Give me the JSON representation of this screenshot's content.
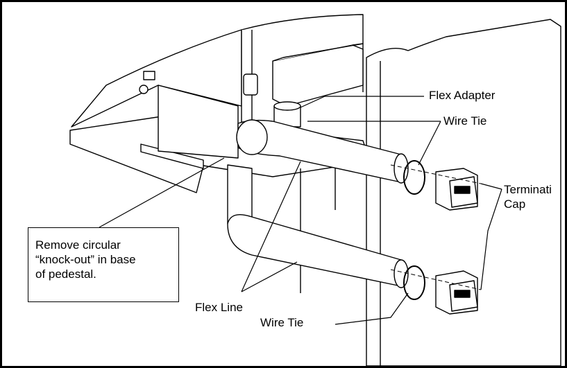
{
  "labels": {
    "flex_adapter": "Flex Adapter",
    "wire_tie_top": "Wire Tie",
    "termination_line1": "Terminati",
    "termination_line2": "Cap",
    "flex_line": "Flex Line",
    "wire_tie_bottom": "Wire Tie"
  },
  "note": {
    "lines": [
      "Remove circular",
      "“knock-out” in base",
      "of pedestal."
    ]
  },
  "colors": {
    "line": "#000000",
    "background": "#ffffff"
  }
}
